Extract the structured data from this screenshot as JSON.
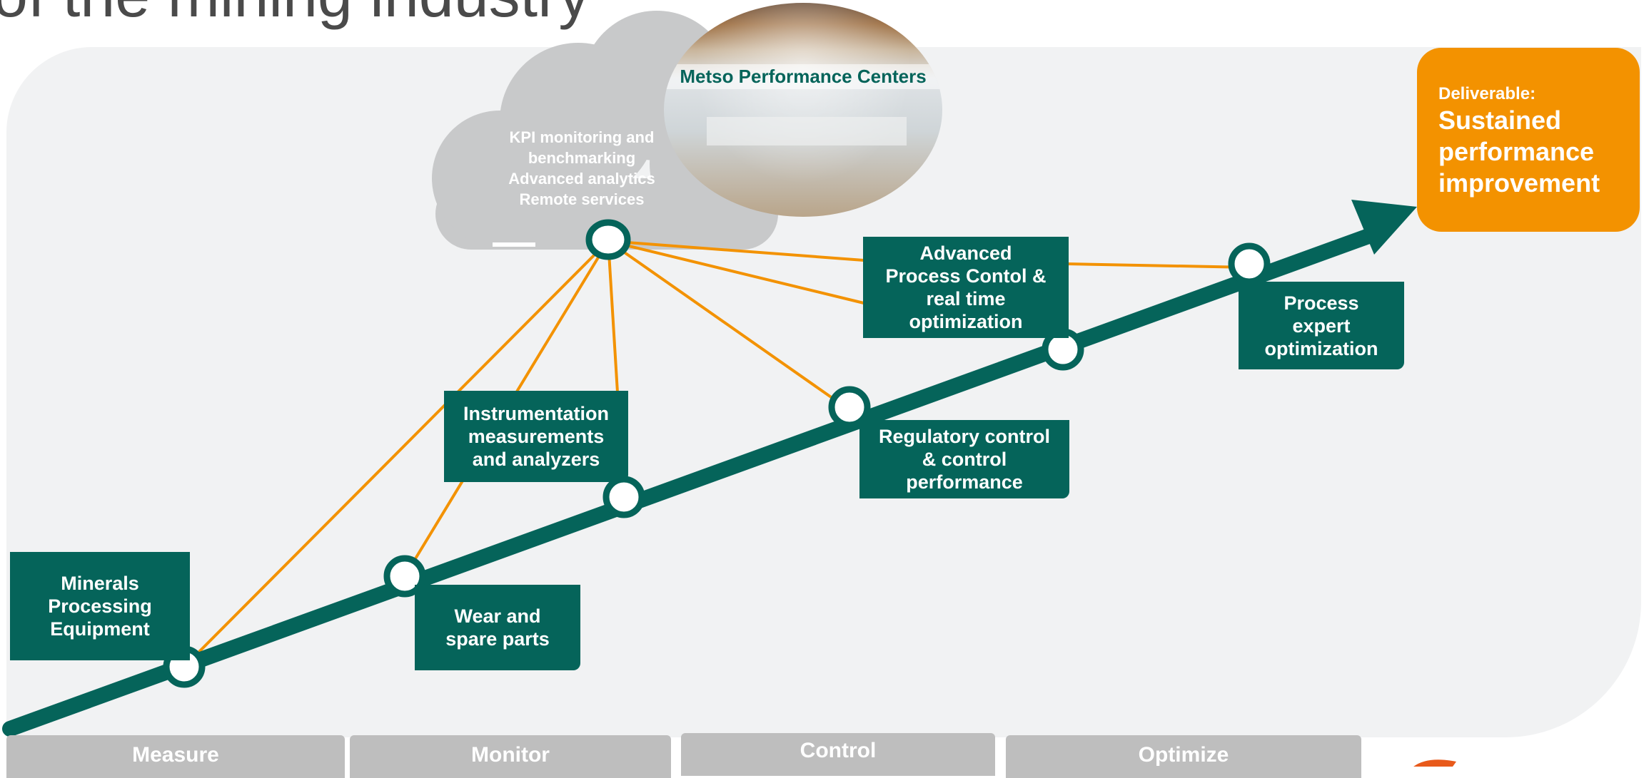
{
  "title": "of the mining industry",
  "cloud": {
    "lines": [
      "KPI monitoring and",
      "benchmarking",
      "Advanced analytics",
      "Remote services"
    ]
  },
  "performance_centers": "Metso Performance Centers",
  "deliverable": {
    "label": "Deliverable:",
    "value": "Sustained performance improvement"
  },
  "boxes": {
    "minerals": [
      "Minerals",
      "Processing",
      "Equipment"
    ],
    "wear": [
      "Wear and",
      "spare parts"
    ],
    "instrumentation": [
      "Instrumentation",
      "measurements",
      "and analyzers"
    ],
    "regulatory": [
      "Regulatory control",
      "& control",
      "performance"
    ],
    "apc": [
      "Advanced",
      "Process Contol &",
      "real time",
      "optimization"
    ],
    "expert": [
      "Process",
      "expert",
      "optimization"
    ]
  },
  "stages": [
    "Measure",
    "Monitor",
    "Control",
    "Optimize"
  ],
  "colors": {
    "teal": "#05645a",
    "orange": "#f39200",
    "gray_tab": "#bebebe",
    "cloud": "#c8c9ca",
    "background_panel": "#f1f2f3"
  }
}
